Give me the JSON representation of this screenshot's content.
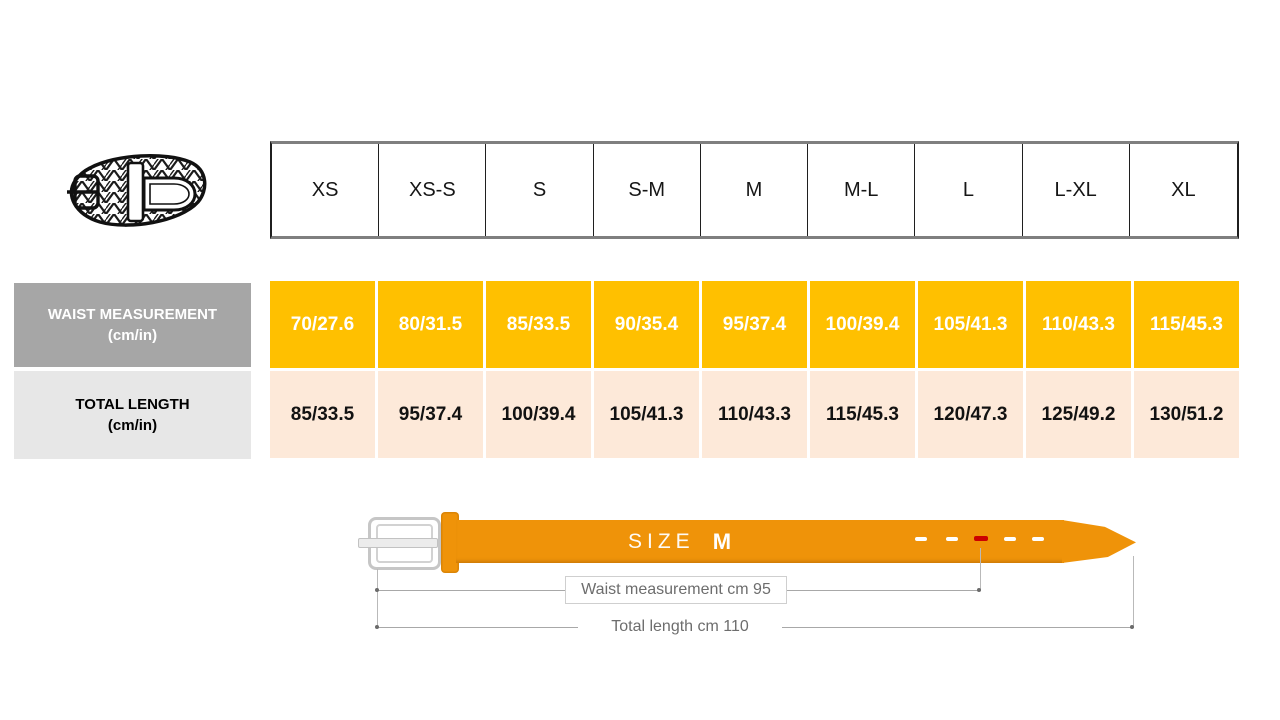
{
  "chart_data": {
    "type": "table",
    "title": "",
    "categories": [
      "XS",
      "XS-S",
      "S",
      "S-M",
      "M",
      "M-L",
      "L",
      "L-XL",
      "XL"
    ],
    "series": [
      {
        "name": "WAIST MEASUREMENT (cm/in)",
        "values": [
          "70/27.6",
          "80/31.5",
          "85/33.5",
          "90/35.4",
          "95/37.4",
          "100/39.4",
          "105/41.3",
          "110/43.3",
          "115/45.3"
        ]
      },
      {
        "name": "TOTAL LENGTH (cm/in)",
        "values": [
          "85/33.5",
          "95/37.4",
          "100/39.4",
          "105/41.3",
          "110/43.3",
          "115/45.3",
          "120/47.3",
          "125/49.2",
          "130/51.2"
        ]
      }
    ]
  },
  "row_labels": [
    {
      "line1": "WAIST MEASUREMENT",
      "line2": "(cm/in)"
    },
    {
      "line1": "TOTAL LENGTH",
      "line2": "(cm/in)"
    }
  ],
  "diagram": {
    "size_prefix": "SIZE",
    "size_value": "M",
    "waist_caption": "Waist measurement cm 95",
    "length_caption": "Total length cm 110"
  },
  "icons": {
    "belt_icon": "braided-belt-icon"
  },
  "colors": {
    "waist_cell": "#FFC000",
    "length_cell": "#FDE9D9",
    "waist_label_bg": "#A6A6A6",
    "length_label_bg": "#E7E7E7",
    "belt": "#EF9309",
    "hole_highlight": "#CC0000"
  }
}
